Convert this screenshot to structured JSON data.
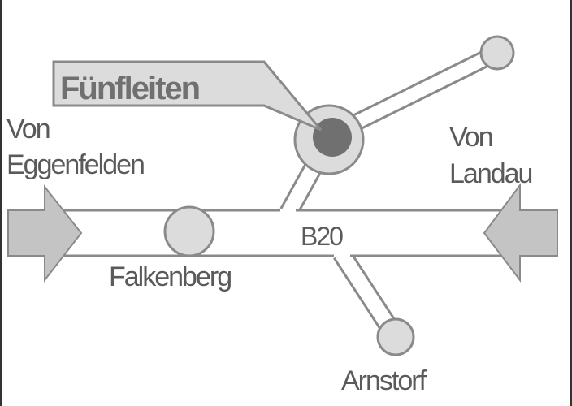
{
  "map": {
    "highlighted_place": "Fünfleiten",
    "road_label": "B20",
    "places": [
      "Falkenberg",
      "Arnstorf"
    ],
    "directions": {
      "left_line1": "Von",
      "left_line2": "Eggenfelden",
      "right_line1": "Von",
      "right_line2": "Landau"
    },
    "colors": {
      "road_stroke": "#8a8a8a",
      "node_fill": "#dcdcdc",
      "highlight_fill": "#707070",
      "arrow_fill": "#c4c4c4",
      "text": "#5a5a5a"
    }
  }
}
